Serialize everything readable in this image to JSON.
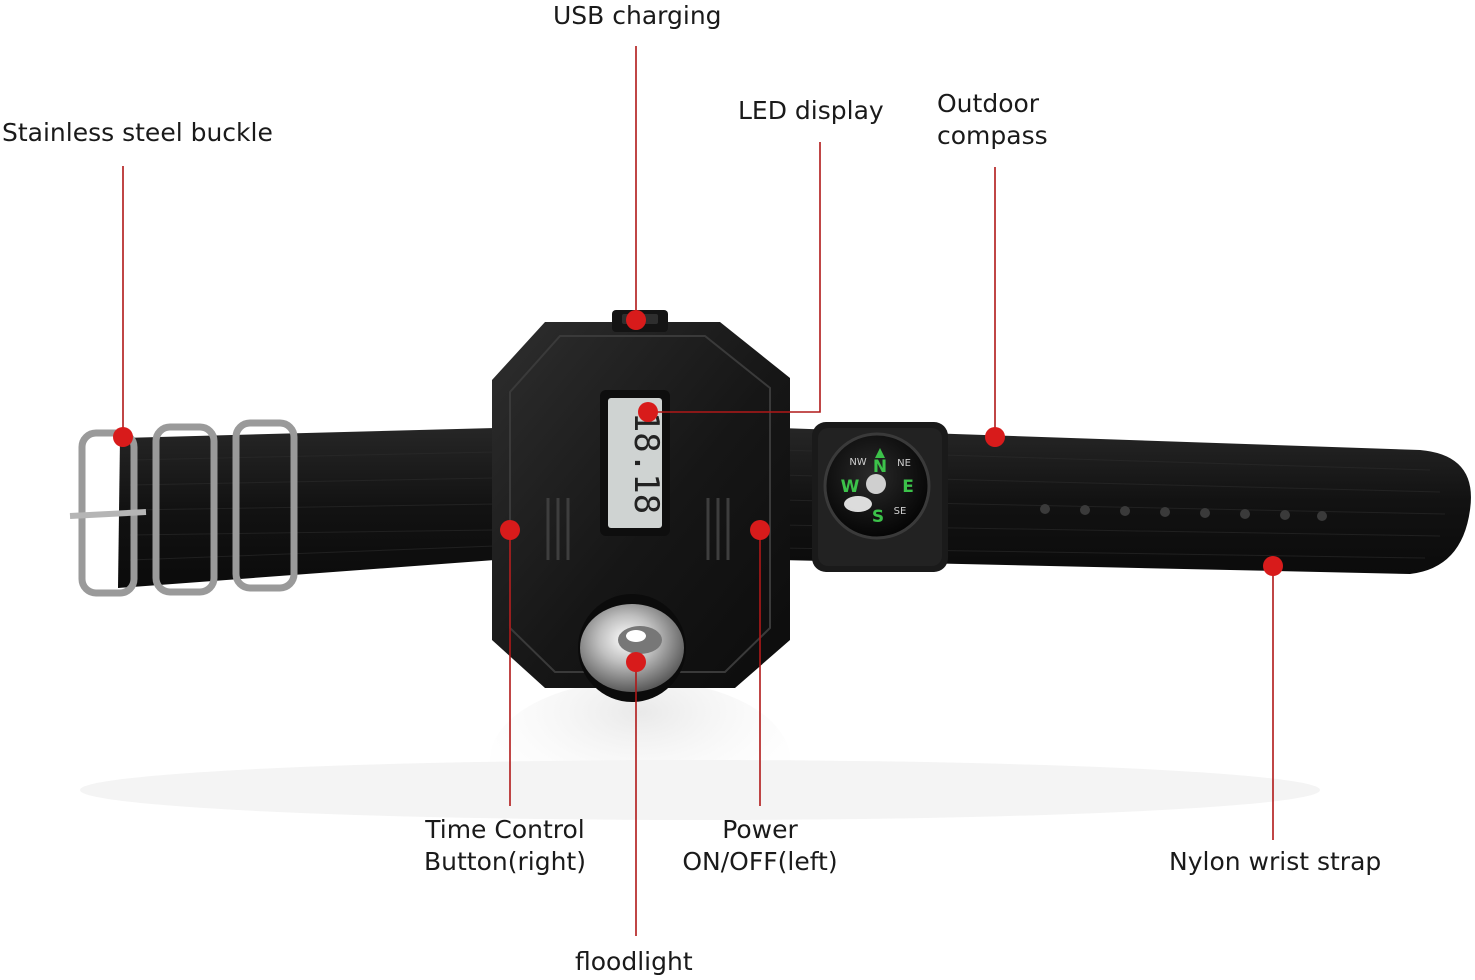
{
  "labels": {
    "usb": "USB charging",
    "buckle": "Stainless steel buckle",
    "led": "LED display",
    "compass_1": "Outdoor",
    "compass_2": "compass",
    "time_1": "Time Control",
    "time_2": "Button(right)",
    "power_1": "Power",
    "power_2": "ON/OFF(left)",
    "flood": "floodlight",
    "strap": "Nylon wrist strap"
  },
  "display_time": "18.18",
  "compass_marks": {
    "n": "N",
    "s": "S",
    "e": "E",
    "w": "W",
    "nw": "NW",
    "ne": "NE",
    "se": "SE"
  },
  "colors": {
    "callout": "#d81b1b",
    "leader": "#b01818",
    "strap": "#151515",
    "body": "#1c1c1c",
    "lcd": "#cfd3d2",
    "compass_green": "#3cc24a"
  }
}
